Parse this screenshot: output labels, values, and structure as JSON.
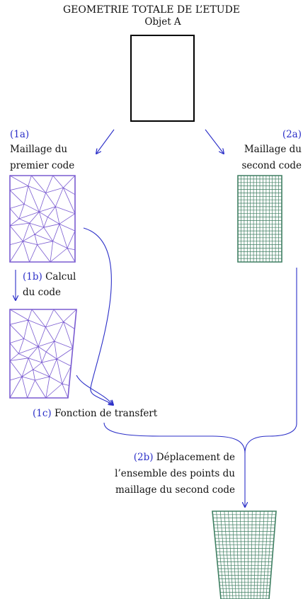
{
  "title": "GEOMETRIE TOTALE DE L’ETUDE",
  "object_label": "Objet A",
  "step_1a": {
    "tag": "(1a)",
    "line1": "Maillage du",
    "line2": "premier code"
  },
  "step_2a": {
    "tag": "(2a)",
    "line1": "Maillage du",
    "line2": "second code"
  },
  "step_1b": {
    "tag": "(1b)",
    "line1": "Calcul",
    "line2": "du code"
  },
  "step_1c": {
    "tag": "(1c)",
    "text": "Fonction de transfert"
  },
  "step_2b": {
    "tag": "(2b)",
    "line1": "Déplacement de",
    "line2": "l’ensemble des points du",
    "line3": "maillage du second code"
  },
  "colors": {
    "step_label": "#2b2fc8",
    "arrows": "#2b2fc8",
    "mesh_first_code": "#7a5bd1",
    "mesh_second_code": "#3f7f62",
    "object_outline": "#000000"
  }
}
